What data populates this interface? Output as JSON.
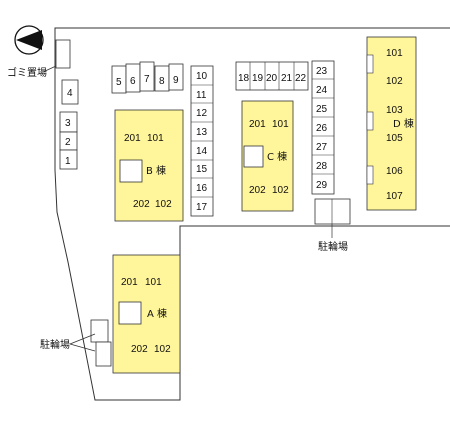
{
  "north_symbol": "north-arrow-icon",
  "labels": {
    "garbage": "ゴミ置場",
    "bike_parking_right": "駐輪場",
    "bike_parking_left": "駐輪場"
  },
  "buildings": {
    "A": {
      "name": "A 棟",
      "units": [
        "201",
        "101",
        "202",
        "102"
      ]
    },
    "B": {
      "name": "B 棟",
      "units": [
        "201",
        "101",
        "202",
        "102"
      ]
    },
    "C": {
      "name": "C 棟",
      "units": [
        "201",
        "101",
        "202",
        "102"
      ]
    },
    "D": {
      "name": "D 棟",
      "units": [
        "101",
        "102",
        "103",
        "105",
        "106",
        "107"
      ]
    }
  },
  "parking": {
    "left_column": [
      "4",
      "3",
      "2",
      "1"
    ],
    "top_row": [
      "5",
      "6",
      "7",
      "8",
      "9"
    ],
    "middle_column": [
      "10",
      "11",
      "12",
      "13",
      "14",
      "15",
      "16",
      "17"
    ],
    "c_row": [
      "18",
      "19",
      "20",
      "21",
      "22"
    ],
    "right_column": [
      "23",
      "24",
      "25",
      "26",
      "27",
      "28",
      "29"
    ]
  },
  "colors": {
    "building_fill": "#fff59a",
    "outline": "#333333"
  }
}
